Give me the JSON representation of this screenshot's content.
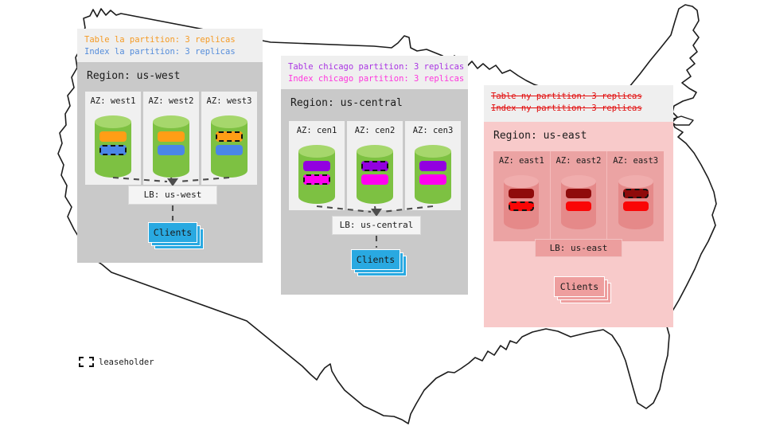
{
  "map": {
    "name": "continental-us-outline"
  },
  "colors": {
    "region_gray": "#c9c9c9",
    "region_pink": "#f8caca",
    "legend_bg": "#efefef",
    "az_gray": "#f0f0f0",
    "az_pink": "#eba3a3",
    "cylinder_green": "#7dc142",
    "cylinder_salmon": "#e58989",
    "bar_orange": "#ff9e16",
    "bar_blue": "#4a86e8",
    "bar_purple": "#9201e0",
    "bar_magenta": "#ff00f0",
    "bar_darkred": "#8f0b0b",
    "bar_red": "#fa0606",
    "clients_blue": "#29a9e1",
    "clients_pink": "#ee9e9e",
    "legend_orange_text": "#f59b25",
    "legend_blue_text": "#558ddb",
    "legend_purple_text": "#a933e3",
    "legend_magenta_text": "#ff36dd",
    "legend_red_text": "#e20d0d"
  },
  "regions": {
    "west": {
      "title": "Region: us-west",
      "legend": [
        {
          "text": "Table la partition: 3 replicas",
          "strikethrough": false
        },
        {
          "text": "Index la partition: 3 replicas",
          "strikethrough": false
        }
      ],
      "azs": [
        {
          "label": "AZ: west1",
          "replicas": [
            {
              "partition": "table la",
              "leaseholder": false
            },
            {
              "partition": "index la",
              "leaseholder": true
            }
          ]
        },
        {
          "label": "AZ: west2",
          "replicas": [
            {
              "partition": "table la",
              "leaseholder": false
            },
            {
              "partition": "index la",
              "leaseholder": false
            }
          ]
        },
        {
          "label": "AZ: west3",
          "replicas": [
            {
              "partition": "table la",
              "leaseholder": true
            },
            {
              "partition": "index la",
              "leaseholder": false
            }
          ]
        }
      ],
      "lb_label": "LB: us-west",
      "clients_label": "Clients"
    },
    "central": {
      "title": "Region: us-central",
      "legend": [
        {
          "text": "Table chicago partition: 3 replicas",
          "strikethrough": false
        },
        {
          "text": "Index chicago partition: 3 replicas",
          "strikethrough": false
        }
      ],
      "azs": [
        {
          "label": "AZ: cen1",
          "replicas": [
            {
              "partition": "table chicago",
              "leaseholder": false
            },
            {
              "partition": "index chicago",
              "leaseholder": true
            }
          ]
        },
        {
          "label": "AZ: cen2",
          "replicas": [
            {
              "partition": "table chicago",
              "leaseholder": true
            },
            {
              "partition": "index chicago",
              "leaseholder": false
            }
          ]
        },
        {
          "label": "AZ: cen3",
          "replicas": [
            {
              "partition": "table chicago",
              "leaseholder": false
            },
            {
              "partition": "index chicago",
              "leaseholder": false
            }
          ]
        }
      ],
      "lb_label": "LB: us-central",
      "clients_label": "Clients"
    },
    "east": {
      "title": "Region: us-east",
      "legend": [
        {
          "text": "Table ny partition: 3 replicas",
          "strikethrough": true
        },
        {
          "text": "Index ny partition: 3 replicas",
          "strikethrough": true
        }
      ],
      "azs": [
        {
          "label": "AZ: east1",
          "replicas": [
            {
              "partition": "table ny",
              "leaseholder": false
            },
            {
              "partition": "index ny",
              "leaseholder": true
            }
          ]
        },
        {
          "label": "AZ: east2",
          "replicas": [
            {
              "partition": "table ny",
              "leaseholder": false
            },
            {
              "partition": "index ny",
              "leaseholder": false
            }
          ]
        },
        {
          "label": "AZ: east3",
          "replicas": [
            {
              "partition": "table ny",
              "leaseholder": true
            },
            {
              "partition": "index ny",
              "leaseholder": false
            }
          ]
        }
      ],
      "lb_label": "LB: us-east",
      "clients_label": "Clients"
    }
  },
  "key": {
    "leaseholder_label": "leaseholder"
  }
}
